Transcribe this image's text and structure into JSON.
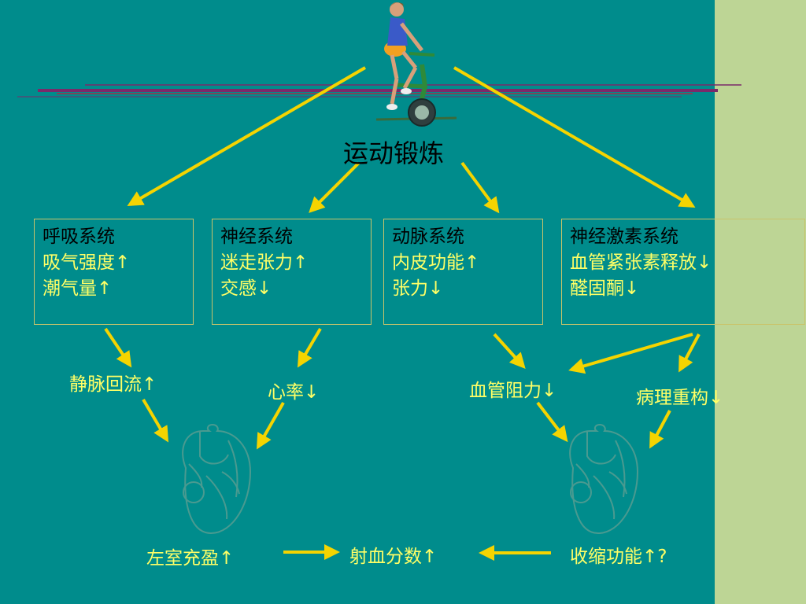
{
  "title": "运动锻炼",
  "boxes": [
    {
      "heading": "呼吸系统",
      "lines": [
        "吸气强度↑",
        "潮气量↑"
      ]
    },
    {
      "heading": "神经系统",
      "lines": [
        "迷走张力↑",
        "交感↓"
      ]
    },
    {
      "heading": "动脉系统",
      "lines": [
        "内皮功能↑",
        "张力↓"
      ]
    },
    {
      "heading": "神经激素系统",
      "lines": [
        "血管紧张素释放↓",
        "醛固酮↓"
      ]
    }
  ],
  "mid_labels": [
    "静脉回流↑",
    "心率↓",
    "血管阻力↓",
    "病理重构↓"
  ],
  "bottom_labels": [
    "左室充盈↑",
    "射血分数↑",
    "收缩功能↑?"
  ],
  "colors": {
    "background": "#008c8c",
    "side_band": "#bdd595",
    "arrow": "#f5d400",
    "label_text": "#ffff66",
    "box_border": "#c9c46a",
    "stripe_purple": "#7a2a6a",
    "stripe_red": "#a0304a"
  },
  "icons": [
    "exercise-bike-icon",
    "heart-outline-icon"
  ]
}
